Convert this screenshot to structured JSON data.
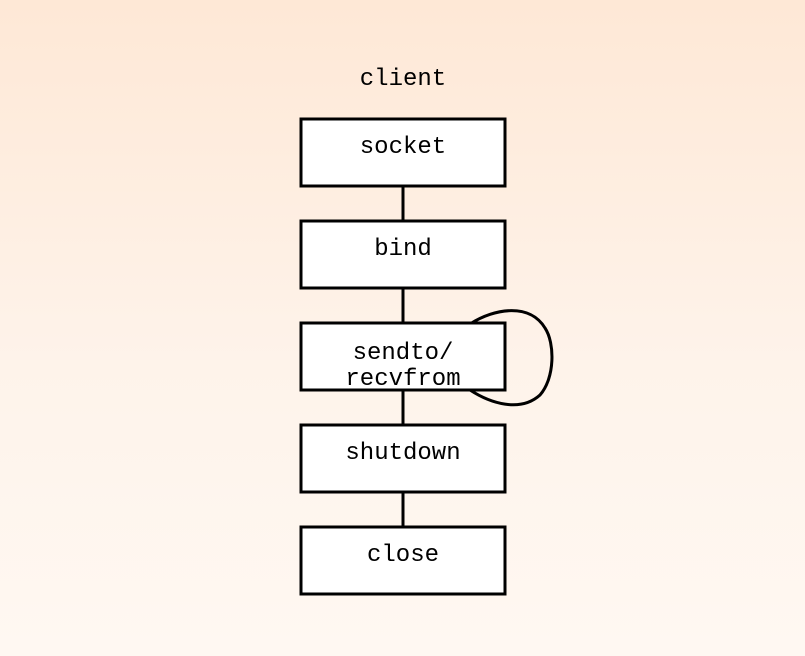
{
  "diagram": {
    "title": "client",
    "nodes": [
      {
        "id": "socket",
        "lines": [
          "socket"
        ]
      },
      {
        "id": "bind",
        "lines": [
          "bind"
        ]
      },
      {
        "id": "sendto-recvfrom",
        "lines": [
          "sendto/",
          "recvfrom"
        ],
        "self_loop": true
      },
      {
        "id": "shutdown",
        "lines": [
          "shutdown"
        ]
      },
      {
        "id": "close",
        "lines": [
          "close"
        ]
      }
    ],
    "edges": [
      {
        "from": "socket",
        "to": "bind"
      },
      {
        "from": "bind",
        "to": "sendto-recvfrom"
      },
      {
        "from": "sendto-recvfrom",
        "to": "sendto-recvfrom"
      },
      {
        "from": "sendto-recvfrom",
        "to": "shutdown"
      },
      {
        "from": "shutdown",
        "to": "close"
      }
    ],
    "colors": {
      "stroke": "#000000",
      "box_fill": "#ffffff",
      "background_top": "#fee8d6",
      "background_bottom": "#fff8f2"
    }
  }
}
